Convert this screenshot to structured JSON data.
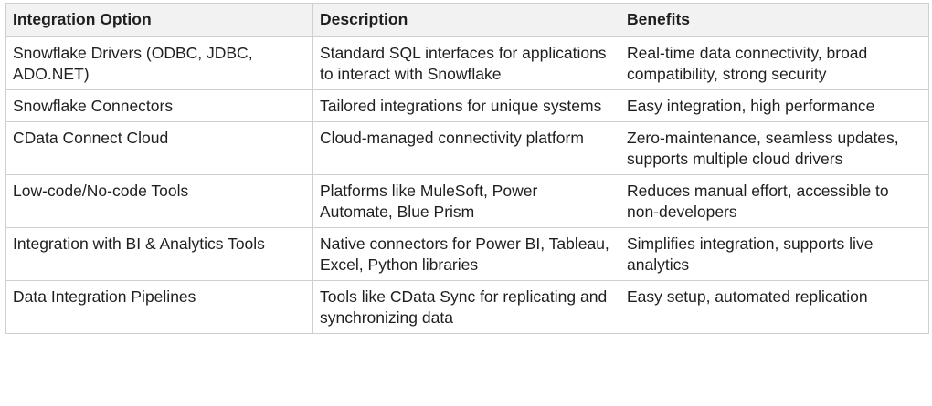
{
  "table": {
    "headers": [
      "Integration Option",
      "Description",
      "Benefits"
    ],
    "rows": [
      [
        "Snowflake Drivers (ODBC, JDBC, ADO.NET)",
        "Standard SQL interfaces for applications to interact with Snowflake",
        "Real-time data connectivity, broad compatibility, strong security"
      ],
      [
        "Snowflake Connectors",
        "Tailored integrations for unique systems",
        "Easy integration, high performance"
      ],
      [
        "CData Connect Cloud",
        "Cloud-managed connectivity platform",
        "Zero-maintenance, seamless updates, supports multiple cloud drivers"
      ],
      [
        "Low-code/No-code Tools",
        "Platforms like MuleSoft, Power Automate, Blue Prism",
        "Reduces manual effort, accessible to non-developers"
      ],
      [
        "Integration with BI & Analytics Tools",
        "Native connectors for Power BI, Tableau, Excel, Python libraries",
        "Simplifies integration, supports live analytics"
      ],
      [
        "Data Integration Pipelines",
        "Tools like CData Sync for replicating and synchronizing data",
        "Easy setup, automated replication"
      ]
    ]
  }
}
